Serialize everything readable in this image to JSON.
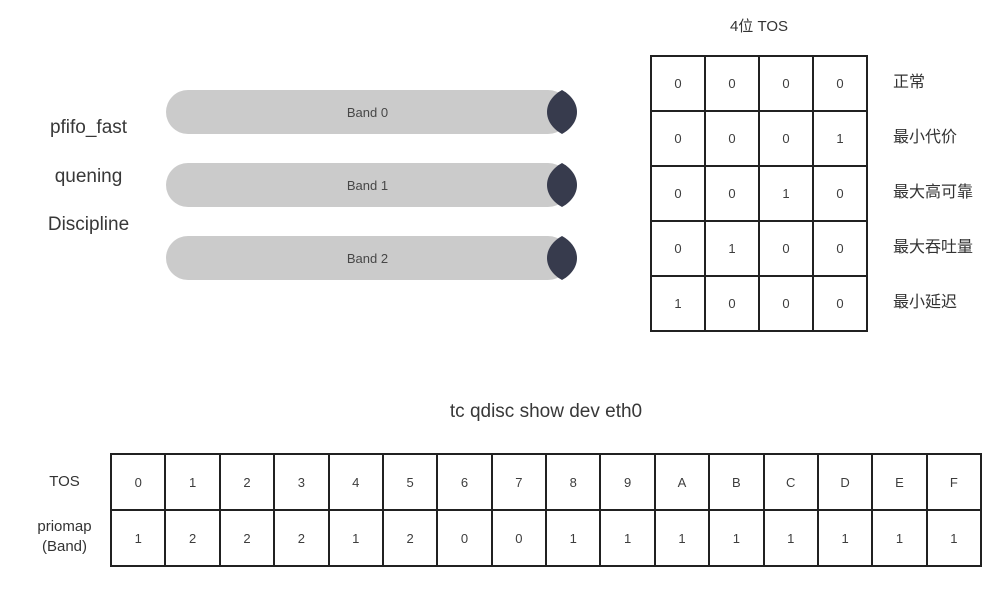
{
  "left_caption": {
    "line1": "pfifo_fast",
    "line2": "quening",
    "line3": "Discipline"
  },
  "bands": [
    {
      "label": "Band 0"
    },
    {
      "label": "Band 1"
    },
    {
      "label": "Band 2"
    }
  ],
  "tos_table": {
    "title": "4位 TOS",
    "rows": [
      {
        "bits": [
          "0",
          "0",
          "0",
          "0"
        ],
        "label": "正常"
      },
      {
        "bits": [
          "0",
          "0",
          "0",
          "1"
        ],
        "label": "最小代价"
      },
      {
        "bits": [
          "0",
          "0",
          "1",
          "0"
        ],
        "label": "最大高可靠"
      },
      {
        "bits": [
          "0",
          "1",
          "0",
          "0"
        ],
        "label": "最大吞吐量"
      },
      {
        "bits": [
          "1",
          "0",
          "0",
          "0"
        ],
        "label": "最小延迟"
      }
    ]
  },
  "priomap_table": {
    "title": "tc qdisc show dev eth0",
    "row_label_tos": "TOS",
    "row_label_priomap_line1": "priomap",
    "row_label_priomap_line2": "(Band)",
    "tos_values": [
      "0",
      "1",
      "2",
      "3",
      "4",
      "5",
      "6",
      "7",
      "8",
      "9",
      "A",
      "B",
      "C",
      "D",
      "E",
      "F"
    ],
    "priomap_values": [
      "1",
      "2",
      "2",
      "2",
      "1",
      "2",
      "0",
      "0",
      "1",
      "1",
      "1",
      "1",
      "1",
      "1",
      "1",
      "1"
    ]
  },
  "colors": {
    "band_fill": "#cbcbcb",
    "band_end_cap": "#373b4d",
    "table_border": "#212121",
    "text": "#3a3a3a"
  }
}
